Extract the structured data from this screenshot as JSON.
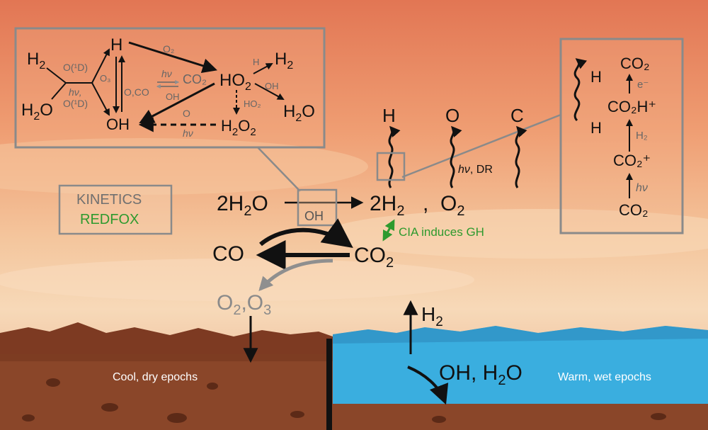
{
  "colors": {
    "sky_top": "#e47d58",
    "sky_mid": "#f0b48a",
    "sky_low": "#f7d7b2",
    "ground": "#8c4a2c",
    "water": "#3aaedf",
    "green": "#2e9a2e",
    "gray": "#8a8a8a"
  },
  "inset_left": {
    "H2": "H",
    "H2_sub": "2",
    "H2O": "H",
    "H2O_sub": "2",
    "H2O_end": "O",
    "O1D_top": "O(¹D)",
    "hv_left": "hν,",
    "O1D_bottom": "O(¹D)",
    "O3": "O₃",
    "H": "H",
    "O2_label": "O₂",
    "hv_mid": "hν",
    "CO2_mid": "CO₂",
    "OCO": "O,CO",
    "OH_small": "OH",
    "OH": "OH",
    "O_small": "O",
    "hv_bottom": "hν",
    "HO2": "HO",
    "HO2_sub": "2",
    "H_small": "H",
    "H2_right": "H",
    "H2_right_sub": "2",
    "OH_right_small": "OH",
    "HO2_small": "HO₂",
    "H2O_right": "H",
    "H2O_right_sub": "2",
    "H2O_right_end": "O",
    "H2O2": "H",
    "H2O2_sub": "2",
    "H2O2_mid": "O",
    "H2O2_sub2": "2"
  },
  "inset_right": {
    "H_top": "H",
    "H_bottom": "H",
    "CO2_top": "CO₂",
    "e_minus": "e⁻",
    "CO2H_plus": "CO₂H⁺",
    "H2_label": "H₂",
    "CO2_plus": "CO₂⁺",
    "hv": "hν",
    "CO2_bottom": "CO₂"
  },
  "escape": {
    "H": "H",
    "O": "O",
    "C": "C",
    "hv_dr": "hν",
    "dr_suffix": ", DR"
  },
  "main": {
    "two_h2o": "2H",
    "two_h2o_sub": "2",
    "two_h2o_end": "O",
    "oh_box": "OH",
    "two_h2": "2H",
    "two_h2_sub": "2",
    "comma": ",",
    "o2": "O",
    "o2_sub": "2",
    "co": "CO",
    "co2": "CO",
    "co2_sub": "2",
    "cia": "CIA induces GH",
    "o2o3": "O",
    "o2o3_sub": "2",
    "o2o3_mid": ",O",
    "o2o3_sub2": "3"
  },
  "legend": {
    "kinetics": "KINETICS",
    "redfox": "REDFOX"
  },
  "surface": {
    "h2_up": "H",
    "h2_up_sub": "2",
    "oh_h2o": "OH, H",
    "oh_h2o_sub": "2",
    "oh_h2o_end": "O",
    "cool_dry": "Cool, dry epochs",
    "warm_wet": "Warm, wet epochs"
  }
}
